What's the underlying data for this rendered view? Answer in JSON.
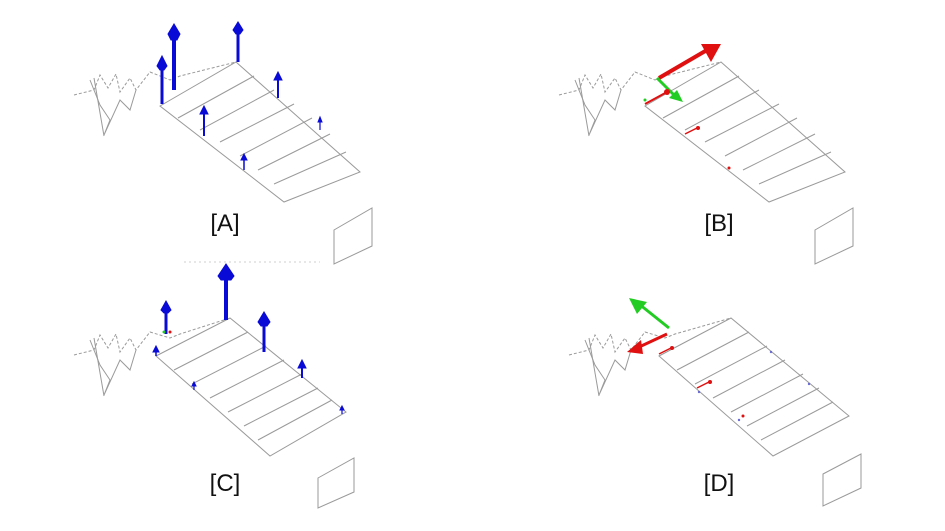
{
  "panels": [
    {
      "id": "A",
      "label": "[A]",
      "mode": "vertical-blue"
    },
    {
      "id": "B",
      "label": "[B]",
      "mode": "xy-red-green"
    },
    {
      "id": "C",
      "label": "[C]",
      "mode": "vertical-blue"
    },
    {
      "id": "D",
      "label": "[D]",
      "mode": "xy-red-green"
    }
  ],
  "colors": {
    "structure": "#9a9a9a",
    "vertical_arrow": "#0a0ad6",
    "x_arrow": "#e01010",
    "y_arrow": "#22cc22",
    "label": "#111111"
  },
  "icons": {
    "vertical_arrow": "arrow-up-icon",
    "horizontal_arrow": "arrow-icon"
  }
}
